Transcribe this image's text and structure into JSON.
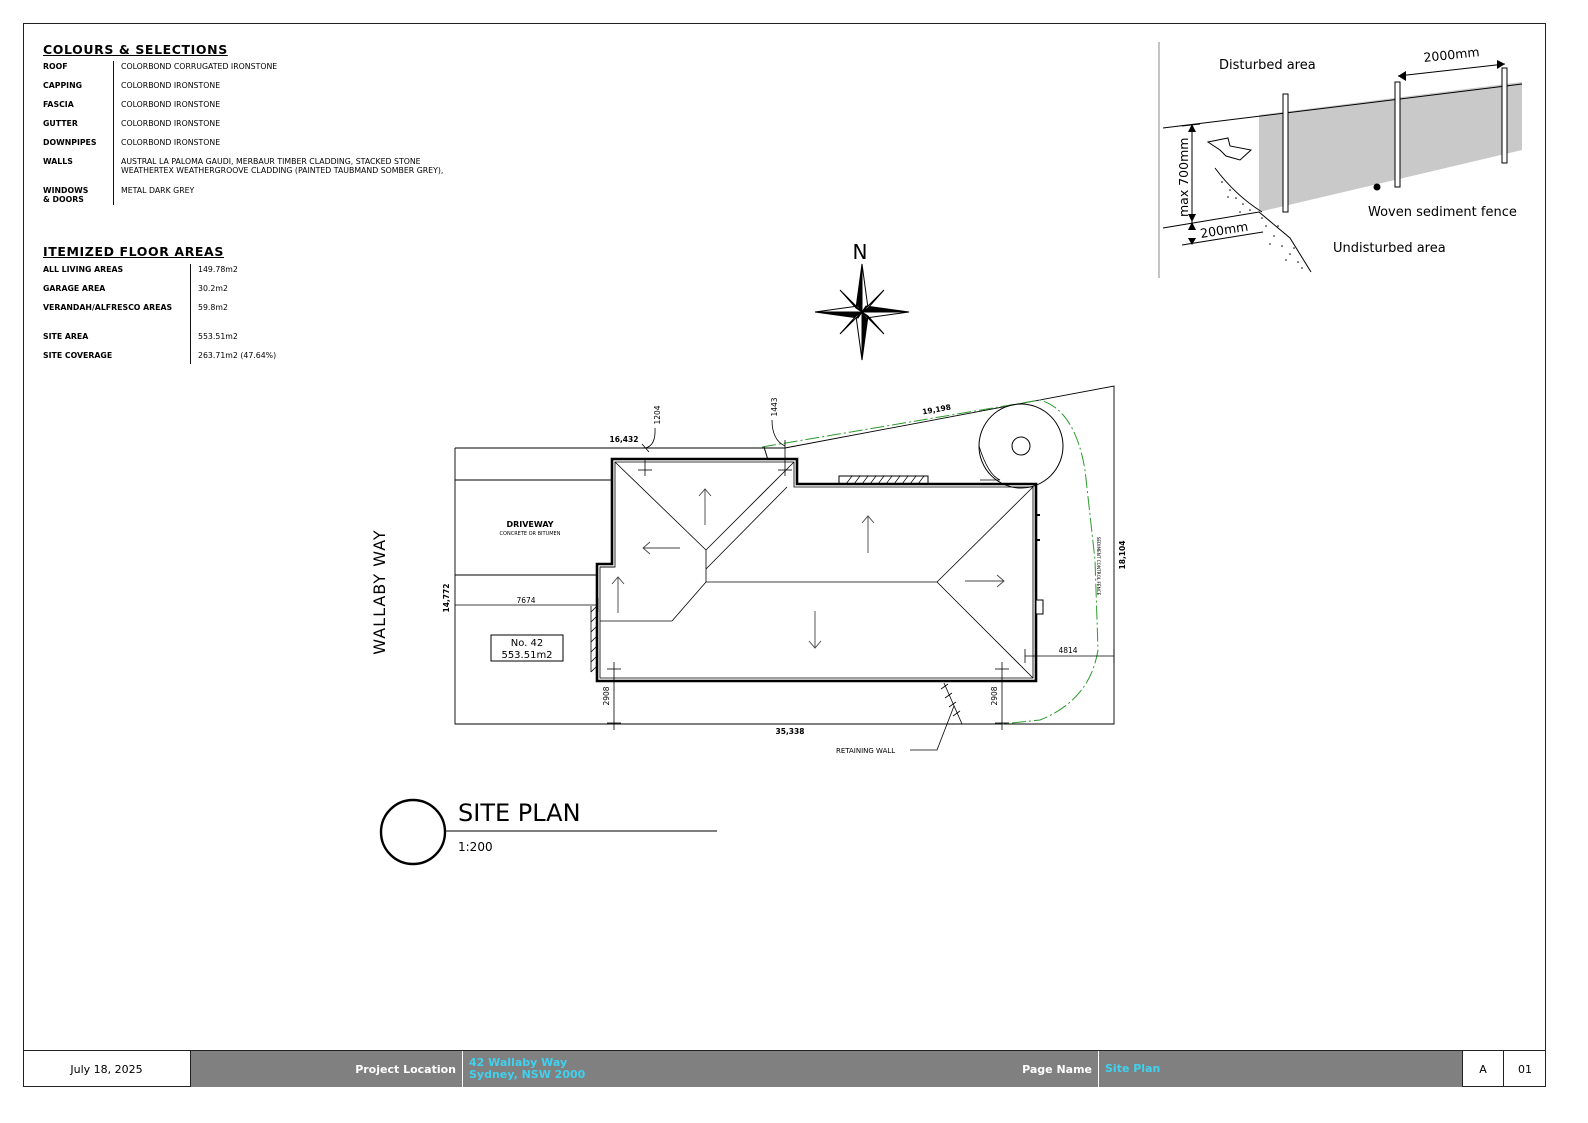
{
  "colours": {
    "title": "COLOURS & SELECTIONS",
    "rows": [
      {
        "key": "ROOF",
        "value": "COLORBOND CORRUGATED IRONSTONE"
      },
      {
        "key": "CAPPING",
        "value": "COLORBOND IRONSTONE"
      },
      {
        "key": "FASCIA",
        "value": "COLORBOND IRONSTONE"
      },
      {
        "key": "GUTTER",
        "value": "COLORBOND IRONSTONE"
      },
      {
        "key": "DOWNPIPES",
        "value": "COLORBOND IRONSTONE"
      },
      {
        "key": "WALLS",
        "value": "AUSTRAL LA PALOMA GAUDI, MERBAUR TIMBER CLADDING, STACKED STONE\nWEATHERTEX WEATHERGROOVE CLADDING (PAINTED TAUBMAND SOMBER GREY),"
      },
      {
        "key": "WINDOWS\n& DOORS",
        "value": "METAL DARK GREY"
      }
    ]
  },
  "floor_areas": {
    "title": "ITEMIZED FLOOR AREAS",
    "rows": [
      {
        "key": "ALL LIVING AREAS",
        "value": "149.78m2"
      },
      {
        "key": "GARAGE AREA",
        "value": "30.2m2"
      },
      {
        "key": "VERANDAH/ALFRESCO AREAS",
        "value": "59.8m2"
      },
      {
        "key": "SITE AREA",
        "value": "553.51m2"
      },
      {
        "key": "SITE COVERAGE",
        "value": "263.71m2 (47.64%)"
      }
    ]
  },
  "compass": {
    "label": "N"
  },
  "fence_detail": {
    "disturbed": "Disturbed area",
    "spacing": "2000mm",
    "height": "max 700mm",
    "depth": "200mm",
    "fence": "Woven sediment fence",
    "undisturbed": "Undisturbed area"
  },
  "site": {
    "street": "WALLABY WAY",
    "driveway": "DRIVEWAY",
    "driveway_sub": "CONCRETE OR BITUMEN",
    "lot_no": "No. 42",
    "lot_area": "553.51m2",
    "fence_label": "SEDIMENT CONTROL FENCE",
    "retaining_wall": "RETAINING WALL",
    "dims": {
      "d1204": "1204",
      "d1443": "1443",
      "d16432": "16,432",
      "d19198": "19,198",
      "d14772": "14,772",
      "d7674": "7674",
      "d2908a": "2908",
      "d2908b": "2908",
      "d35338": "35,338",
      "d4814": "4814",
      "d18104": "18,104"
    }
  },
  "plan_title": {
    "title": "SITE PLAN",
    "scale": "1:200"
  },
  "footer": {
    "date": "July 18, 2025",
    "project_location_label": "Project Location",
    "address_line1": "42 Wallaby Way",
    "address_line2": "Sydney, NSW 2000",
    "page_name_label": "Page Name",
    "page_name": "Site Plan",
    "rev": "A",
    "page_no": "01",
    "accent_color": "#3fd1ee",
    "bar_color": "#808080"
  }
}
